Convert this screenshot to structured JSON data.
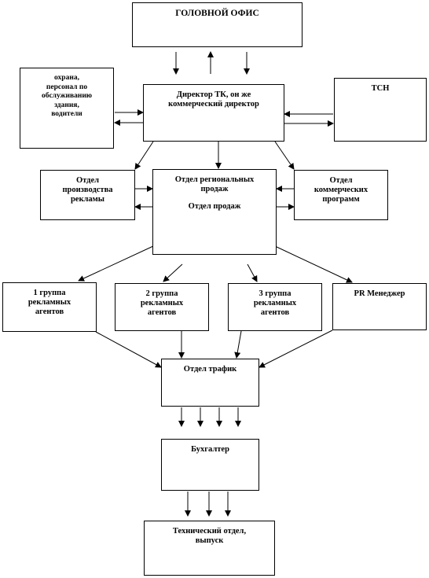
{
  "diagram": {
    "head_office": [
      "ГОЛОВНОЙ ОФИС"
    ],
    "security_staff": [
      "охрана,",
      "персонал по",
      "обслуживанию",
      "здания,",
      "водители"
    ],
    "director": [
      "Директор ТК, он же",
      "коммерческий директор"
    ],
    "tsn": [
      "ТСН"
    ],
    "ad_production": [
      "Отдел",
      "производства",
      "рекламы"
    ],
    "regional_sales": [
      "Отдел региональных",
      "продаж"
    ],
    "sales": [
      "Отдел продаж"
    ],
    "commercial_programs": [
      "Отдел",
      "коммерческих",
      "программ"
    ],
    "group_1": [
      "1 группа",
      "рекламных",
      "агентов"
    ],
    "group_2": [
      "2 группа",
      "рекламных",
      "агентов"
    ],
    "group_3": [
      "3 группа",
      "рекламных",
      "агентов"
    ],
    "pr_manager": [
      "PR Менеджер"
    ],
    "traffic": [
      "Отдел трафик"
    ],
    "accountant": [
      "Бухгалтер"
    ],
    "technical": [
      "Технический отдел,",
      "выпуск"
    ]
  }
}
